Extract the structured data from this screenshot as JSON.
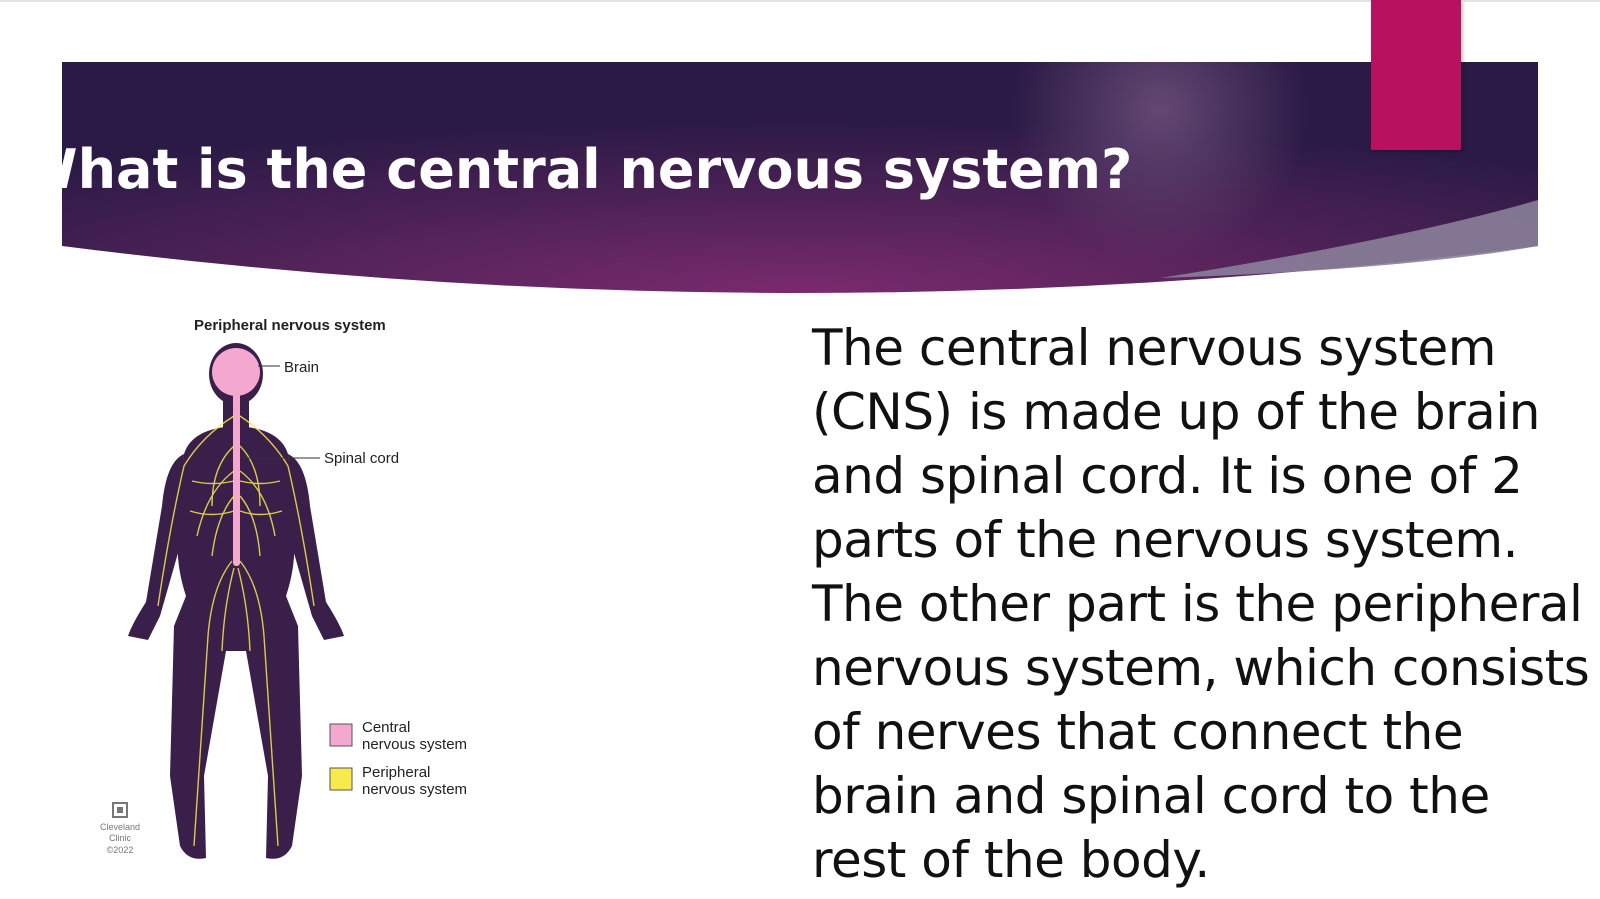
{
  "slide": {
    "title": "What is the central nervous system?",
    "body": "The central nervous system (CNS) is made up of the brain and spinal cord. It is one of 2 parts of the nervous system. The other part is the peripheral nervous system, which consists of nerves that connect the brain and spinal cord to the rest of the body."
  },
  "figure": {
    "heading": "Peripheral nervous system",
    "label_brain": "Brain",
    "label_spinal_cord": "Spinal cord",
    "legend": [
      {
        "line1": "Central",
        "line2": "nervous system",
        "color": "#f4a8cf"
      },
      {
        "line1": "Peripheral",
        "line2": "nervous system",
        "color": "#f7ea4a"
      }
    ],
    "credit": {
      "line1": "Cleveland",
      "line2": "Clinic",
      "line3": "©2022"
    }
  },
  "colors": {
    "header_dark": "#2a1a45",
    "header_mid": "#6a2a64",
    "accent": "#b8115f",
    "body_silhouette": "#3a1f4a",
    "cns_pink": "#f4a8cf",
    "pns_yellow": "#f7ea4a"
  }
}
